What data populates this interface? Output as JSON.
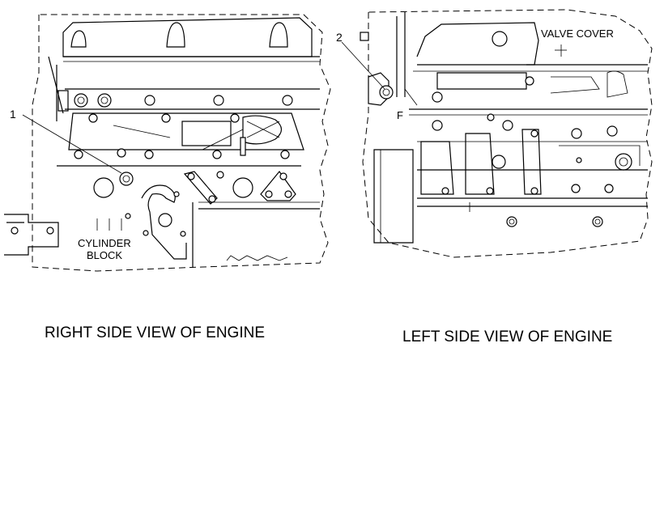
{
  "figure": {
    "right_view": {
      "caption": "RIGHT SIDE VIEW OF ENGINE",
      "callout_number": "1",
      "block_label_line1": "CYLINDER",
      "block_label_line2": "BLOCK"
    },
    "left_view": {
      "caption": "LEFT SIDE VIEW OF ENGINE",
      "callout_number": "2",
      "valve_cover_label": "VALVE COVER",
      "small_letter": "F"
    }
  }
}
